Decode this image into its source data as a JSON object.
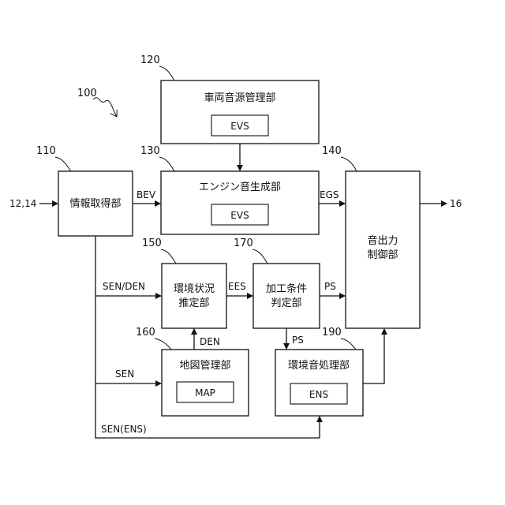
{
  "diagram": {
    "ref_system": "100",
    "ref_info": "110",
    "ref_vehicle": "120",
    "ref_engine": "130",
    "ref_output": "140",
    "ref_estimate": "150",
    "ref_map": "160",
    "ref_process": "170",
    "ref_envsound": "190",
    "input_label": "12,14",
    "output_label": "16",
    "info_box": "情報取得部",
    "vehicle_box": "車両音源管理部",
    "vehicle_inner": "EVS",
    "engine_box": "エンジン音生成部",
    "engine_inner": "EVS",
    "output_box_line1": "音出力",
    "output_box_line2": "制御部",
    "estimate_box_line1": "環境状況",
    "estimate_box_line2": "推定部",
    "process_box_line1": "加工条件",
    "process_box_line2": "判定部",
    "map_box": "地図管理部",
    "map_inner": "MAP",
    "envsound_box": "環境音処理部",
    "envsound_inner": "ENS",
    "sig_bev": "BEV",
    "sig_egs": "EGS",
    "sig_sen_den": "SEN/DEN",
    "sig_ees": "EES",
    "sig_ps_right": "PS",
    "sig_ps_down": "PS",
    "sig_den": "DEN",
    "sig_sen": "SEN",
    "sig_sen_ens": "SEN(ENS)"
  }
}
